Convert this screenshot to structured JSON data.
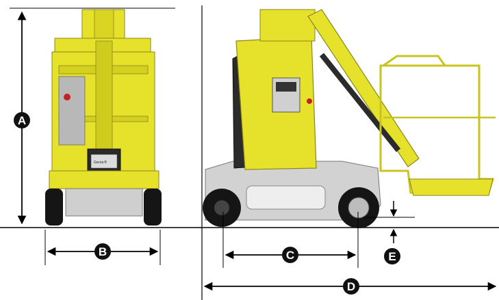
{
  "figure": {
    "panel_label": "Genie®",
    "dimension_labels": {
      "height": "A",
      "front_width": "B",
      "wheelbase": "C",
      "overall_length": "D",
      "ground_clearance": "E"
    }
  },
  "colors": {
    "body_yellow": "#e6e22b",
    "body_yellow_dark": "#b9b51d",
    "chassis_grey": "#c9c9c9",
    "tire_black": "#151515",
    "dimension_line": "#000000",
    "badge_fill": "#111111"
  }
}
